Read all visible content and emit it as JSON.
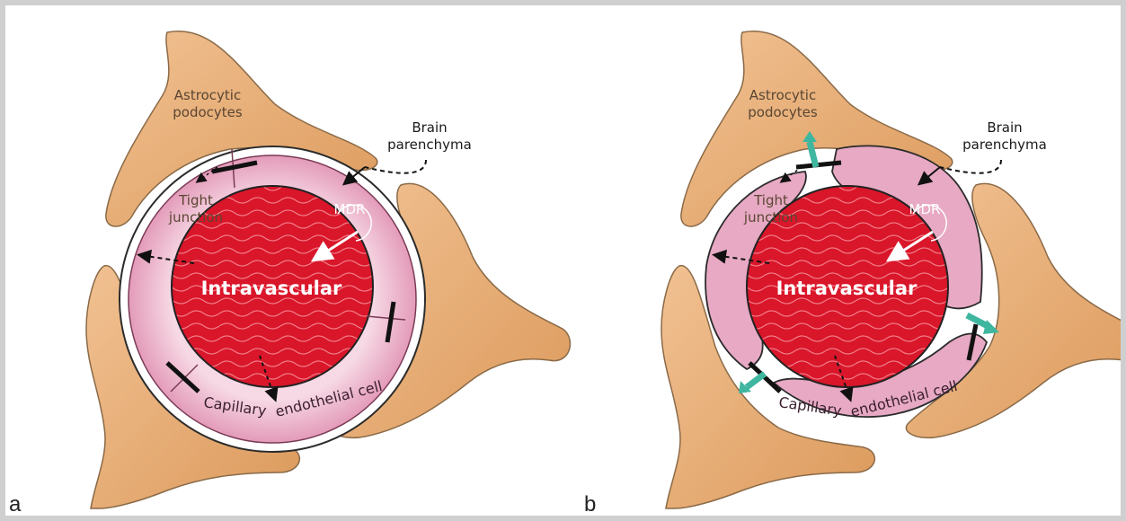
{
  "colors": {
    "astrocyte": "#e9b07a",
    "astrocyte_edge": "#7a5a3a",
    "endothelial": "#e6a8c2",
    "endothelial_light": "#f5d6e2",
    "lumen": "#d9162a",
    "teal_arrow": "#3fb6a0"
  },
  "panels": [
    {
      "letter": "a",
      "astrocytic_label_1": "Astrocytic",
      "astrocytic_label_2": "podocytes",
      "brain_label_1": "Brain",
      "brain_label_2": "parenchyma",
      "tight_label_1": "Tight",
      "tight_label_2": "junction",
      "mdr_label": "MDR",
      "lumen_label": "Intravascular",
      "cell_label_1": "Capillary",
      "cell_label_2": "endothelial cell"
    },
    {
      "letter": "b",
      "astrocytic_label_1": "Astrocytic",
      "astrocytic_label_2": "podocytes",
      "brain_label_1": "Brain",
      "brain_label_2": "parenchyma",
      "tight_label_1": "Tight",
      "tight_label_2": "junction",
      "mdr_label": "MDR",
      "lumen_label": "Intravascular",
      "cell_label_1": "Capillary",
      "cell_label_2": "endothelial cell"
    }
  ]
}
